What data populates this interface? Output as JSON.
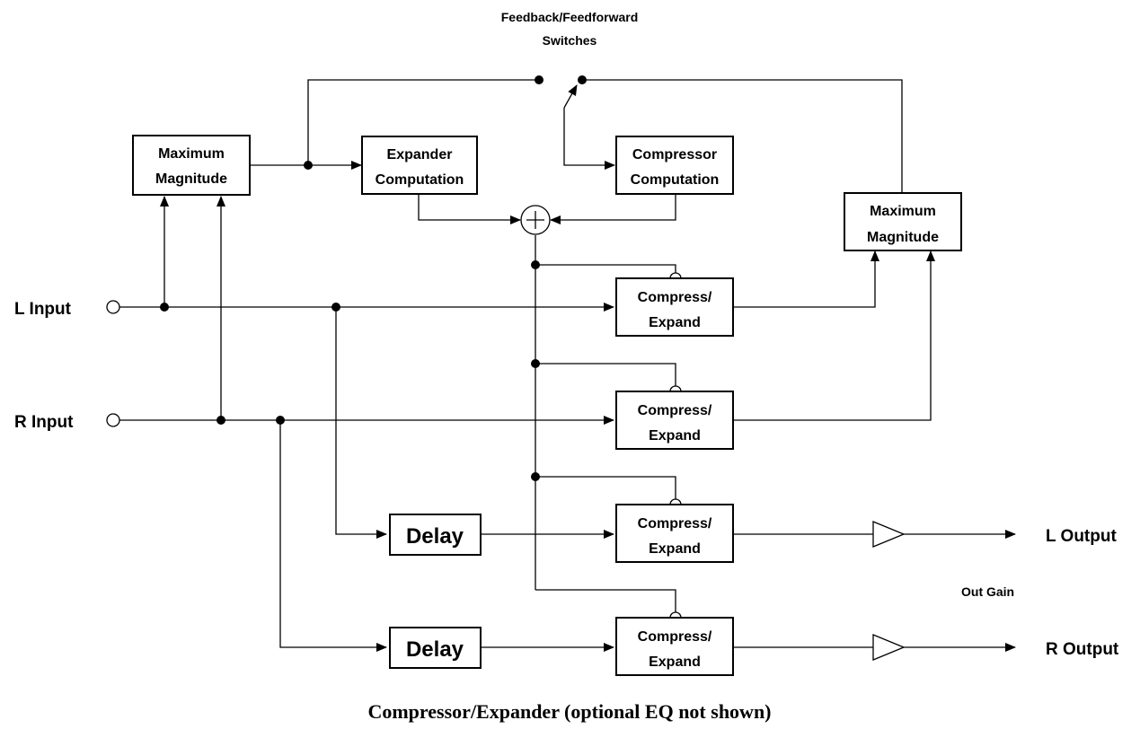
{
  "diagram": {
    "switch_label_line1": "Feedback/Feedforward",
    "switch_label_line2": "Switches",
    "max_mag_left_line1": "Maximum",
    "max_mag_left_line2": "Magnitude",
    "max_mag_right_line1": "Maximum",
    "max_mag_right_line2": "Magnitude",
    "expander_line1": "Expander",
    "expander_line2": "Computation",
    "compressor_line1": "Compressor",
    "compressor_line2": "Computation",
    "compress_expand_line1": "Compress/",
    "compress_expand_line2": "Expand",
    "delay_label": "Delay",
    "l_input": "L Input",
    "r_input": "R Input",
    "l_output": "L Output",
    "r_output": "R Output",
    "out_gain": "Out Gain",
    "caption": "Compressor/Expander (optional EQ not shown)"
  }
}
